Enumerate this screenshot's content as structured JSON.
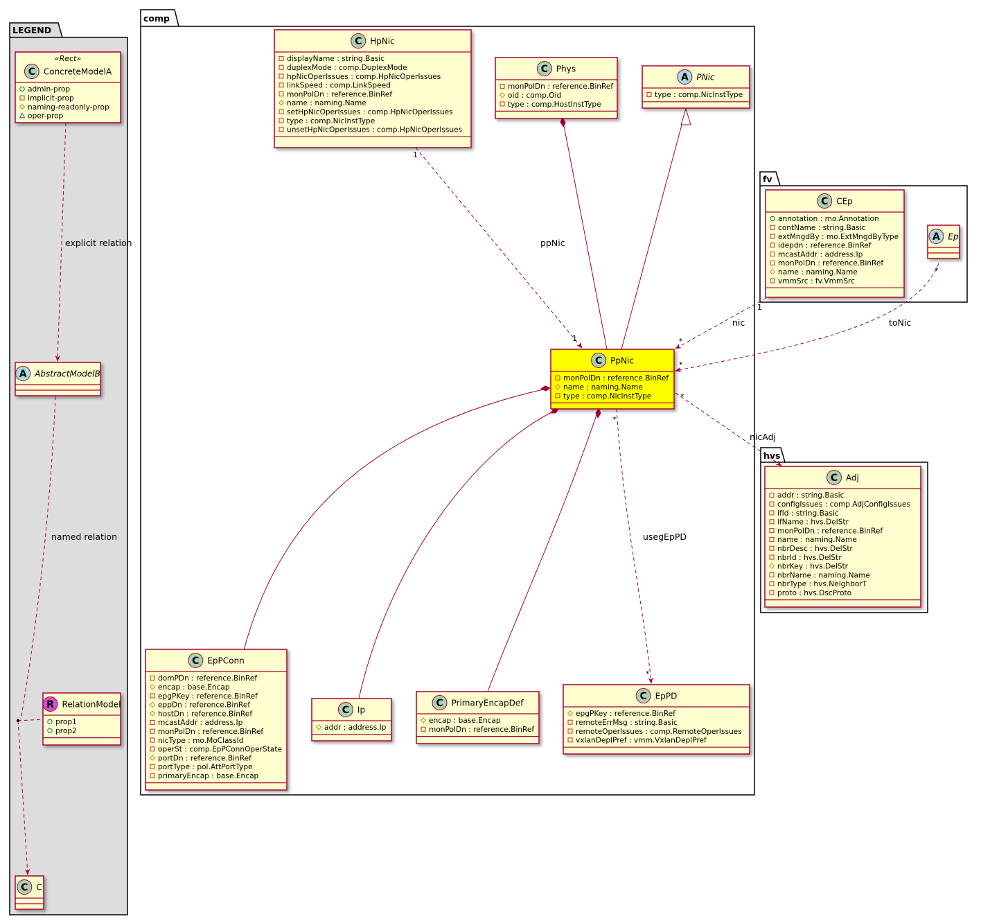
{
  "packages": {
    "legend": "LEGEND",
    "comp": "comp",
    "fv": "fv",
    "hvs": "hvs"
  },
  "classes": {
    "ConcreteModelA": {
      "name": "ConcreteModelA",
      "kind": "C",
      "stereotype": "«Rect»",
      "attrs": [
        {
          "v": "+",
          "t": "admin-prop"
        },
        {
          "v": "-",
          "t": "implicit-prop"
        },
        {
          "v": "#",
          "t": "naming-readonly-prop"
        },
        {
          "v": "~",
          "t": "oper-prop"
        }
      ]
    },
    "AbstractModelB": {
      "name": "AbstractModelB",
      "kind": "A",
      "attrs": []
    },
    "RelationModel": {
      "name": "RelationModel",
      "kind": "R",
      "attrs": [
        {
          "v": "+",
          "t": "prop1"
        },
        {
          "v": "+",
          "t": "prop2"
        }
      ]
    },
    "LegendC": {
      "name": "C",
      "kind": "C",
      "attrs": []
    },
    "HpNic": {
      "name": "HpNic",
      "kind": "C",
      "attrs": [
        {
          "v": "-",
          "t": "displayName : string.Basic"
        },
        {
          "v": "-",
          "t": "duplexMode : comp.DuplexMode"
        },
        {
          "v": "-",
          "t": "hpNicOperIssues : comp.HpNicOperIssues"
        },
        {
          "v": "-",
          "t": "linkSpeed : comp.LinkSpeed"
        },
        {
          "v": "-",
          "t": "monPolDn : reference.BinRef"
        },
        {
          "v": "#",
          "t": "name : naming.Name"
        },
        {
          "v": "-",
          "t": "setHpNicOperIssues : comp.HpNicOperIssues"
        },
        {
          "v": "-",
          "t": "type : comp.NicInstType"
        },
        {
          "v": "-",
          "t": "unsetHpNicOperIssues : comp.HpNicOperIssues"
        }
      ]
    },
    "Phys": {
      "name": "Phys",
      "kind": "C",
      "attrs": [
        {
          "v": "-",
          "t": "monPolDn : reference.BinRef"
        },
        {
          "v": "#",
          "t": "oid : comp.Oid"
        },
        {
          "v": "-",
          "t": "type : comp.HostInstType"
        }
      ]
    },
    "PNic": {
      "name": "PNic",
      "kind": "A",
      "attrs": [
        {
          "v": "-",
          "t": "type : comp.NicInstType"
        }
      ]
    },
    "PpNic": {
      "name": "PpNic",
      "kind": "C",
      "attrs": [
        {
          "v": "-",
          "t": "monPolDn : reference.BinRef"
        },
        {
          "v": "#",
          "t": "name : naming.Name"
        },
        {
          "v": "-",
          "t": "type : comp.NicInstType"
        }
      ]
    },
    "EpPConn": {
      "name": "EpPConn",
      "kind": "C",
      "attrs": [
        {
          "v": "-",
          "t": "domPDn : reference.BinRef"
        },
        {
          "v": "#",
          "t": "encap : base.Encap"
        },
        {
          "v": "-",
          "t": "epgPKey : reference.BinRef"
        },
        {
          "v": "#",
          "t": "eppDn : reference.BinRef"
        },
        {
          "v": "#",
          "t": "hostDn : reference.BinRef"
        },
        {
          "v": "-",
          "t": "mcastAddr : address.Ip"
        },
        {
          "v": "-",
          "t": "monPolDn : reference.BinRef"
        },
        {
          "v": "-",
          "t": "nicType : mo.MoClassId"
        },
        {
          "v": "-",
          "t": "operSt : comp.EpPConnOperState"
        },
        {
          "v": "#",
          "t": "portDn : reference.BinRef"
        },
        {
          "v": "-",
          "t": "portType : pol.AttPortType"
        },
        {
          "v": "-",
          "t": "primaryEncap : base.Encap"
        }
      ]
    },
    "Ip": {
      "name": "Ip",
      "kind": "C",
      "attrs": [
        {
          "v": "#",
          "t": "addr : address.Ip"
        }
      ]
    },
    "PrimaryEncapDef": {
      "name": "PrimaryEncapDef",
      "kind": "C",
      "attrs": [
        {
          "v": "#",
          "t": "encap : base.Encap"
        },
        {
          "v": "-",
          "t": "monPolDn : reference.BinRef"
        }
      ]
    },
    "EpPD": {
      "name": "EpPD",
      "kind": "C",
      "attrs": [
        {
          "v": "#",
          "t": "epgPKey : reference.BinRef"
        },
        {
          "v": "-",
          "t": "remoteErrMsg : string.Basic"
        },
        {
          "v": "-",
          "t": "remoteOperIssues : comp.RemoteOperIssues"
        },
        {
          "v": "-",
          "t": "vxlanDeplPref : vmm.VxlanDeplPref"
        }
      ]
    },
    "CEp": {
      "name": "CEp",
      "kind": "C",
      "attrs": [
        {
          "v": "+",
          "t": "annotation : mo.Annotation"
        },
        {
          "v": "-",
          "t": "contName : string.Basic"
        },
        {
          "v": "-",
          "t": "extMngdBy : mo.ExtMngdByType"
        },
        {
          "v": "-",
          "t": "idepdn : reference.BinRef"
        },
        {
          "v": "-",
          "t": "mcastAddr : address.Ip"
        },
        {
          "v": "-",
          "t": "monPolDn : reference.BinRef"
        },
        {
          "v": "#",
          "t": "name : naming.Name"
        },
        {
          "v": "-",
          "t": "vmmSrc : fv.VmmSrc"
        }
      ]
    },
    "Ep": {
      "name": "Ep",
      "kind": "A",
      "attrs": []
    },
    "Adj": {
      "name": "Adj",
      "kind": "C",
      "attrs": [
        {
          "v": "-",
          "t": "addr : string.Basic"
        },
        {
          "v": "-",
          "t": "configIssues : comp.AdjConfigIssues"
        },
        {
          "v": "-",
          "t": "ifId : string.Basic"
        },
        {
          "v": "-",
          "t": "ifName : hvs.DelStr"
        },
        {
          "v": "-",
          "t": "monPolDn : reference.BinRef"
        },
        {
          "v": "-",
          "t": "name : naming.Name"
        },
        {
          "v": "-",
          "t": "nbrDesc : hvs.DelStr"
        },
        {
          "v": "-",
          "t": "nbrId : hvs.DelStr"
        },
        {
          "v": "#",
          "t": "nbrKey : hvs.DelStr"
        },
        {
          "v": "-",
          "t": "nbrName : naming.Name"
        },
        {
          "v": "-",
          "t": "nbrType : hvs.NeighborT"
        },
        {
          "v": "-",
          "t": "proto : hvs.DscProto"
        }
      ]
    }
  },
  "edge_labels": {
    "explicit": "explicit relation",
    "named": "named relation",
    "ppNic": "ppNic",
    "nic": "nic",
    "toNic": "toNic",
    "nicAdj": "nicAdj",
    "usegEpPD": "usegEpPD"
  },
  "multiplicities": {
    "hpnic_src": "1",
    "hpnic_dst": "1",
    "cep_src": "1",
    "cep_dst": "*",
    "ep_src": "*",
    "ep_dst": "*",
    "adj_src": "*",
    "eppd_src": "*",
    "eppd_dst": "*"
  },
  "colors": {
    "class_fill": "#FEFECE",
    "highlight_fill": "#FFFF00",
    "border": "#A80036",
    "legend_fill": "#DDDDDD",
    "circle_c": "#ADD1B2",
    "circle_a": "#A9DCDF",
    "circle_r": "#D14FCF"
  }
}
